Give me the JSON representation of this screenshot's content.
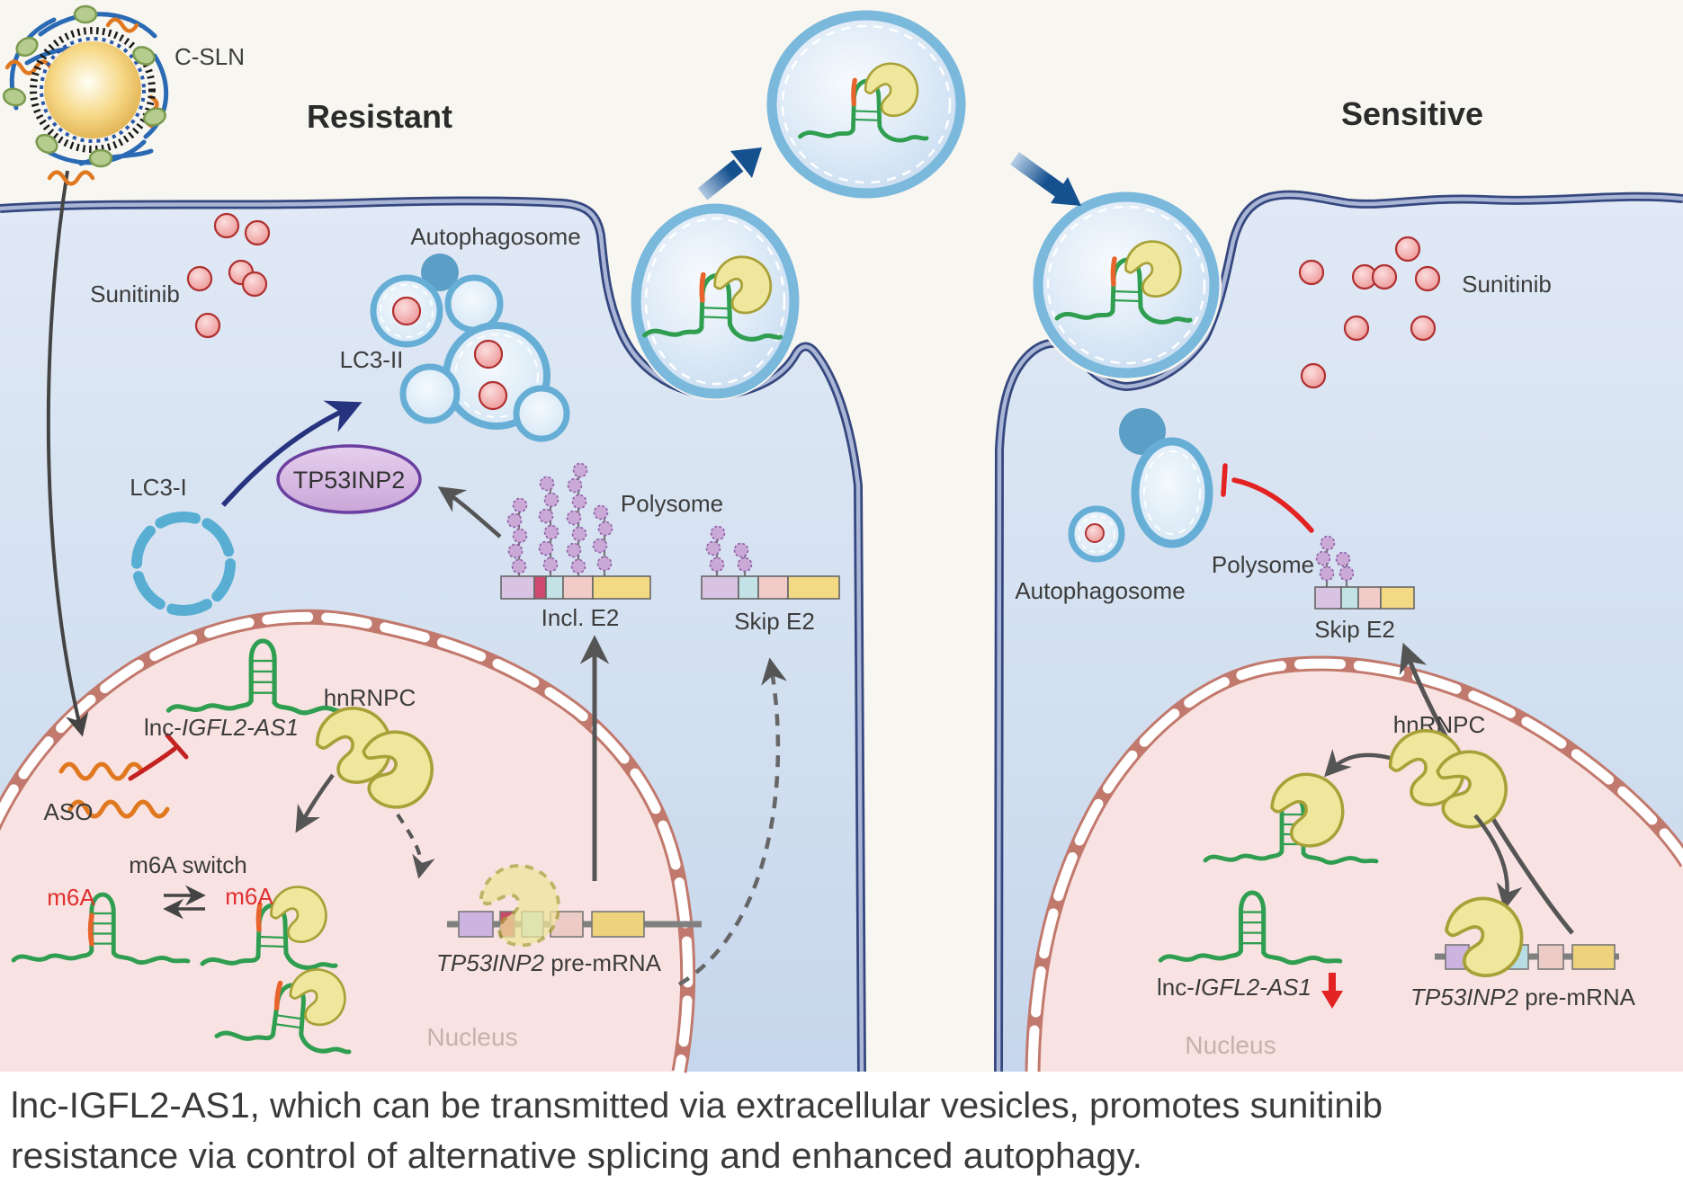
{
  "titles": {
    "left": "Resistant",
    "right": "Sensitive"
  },
  "caption": {
    "line1": "lnc-IGFL2-AS1, which can be transmitted via extracellular vesicles, promotes sunitinib",
    "line2": "resistance via control of alternative splicing and enhanced autophagy."
  },
  "labels": {
    "csln": "C-SLN",
    "sunitinib": "Sunitinib",
    "autophagosome": "Autophagosome",
    "lc3i": "LC3-I",
    "lc3ii": "LC3-II",
    "tp53inp2": "TP53INP2",
    "polysome": "Polysome",
    "incl_e2": "Incl. E2",
    "skip_e2": "Skip E2",
    "hnrnpc": "hnRNPC",
    "aso": "ASO",
    "m6a": "m6A",
    "m6a_switch": "m6A switch",
    "lnc_prefix": "lnc-",
    "lnc_gene": "IGFL2-AS1",
    "tp53inp2_gene": "TP53INP2",
    "pre_mrna_suffix": " pre-mRNA",
    "nucleus": "Nucleus"
  },
  "colors": {
    "background": "#f8f6f0",
    "cytoplasm_top": "#dfe8f4",
    "cytoplasm_bottom": "#c8d8ed",
    "membrane": "#35477f",
    "membrane_core": "#aab6d6",
    "nucleus_fill": "#f9e3e2",
    "nuclear_envelope": "#c2796d",
    "rna_green": "#2f9e50",
    "m6a_orange": "#e8642c",
    "hnrnpc_yellow": "#efe79b",
    "vesicle_ring": "#7ab8dc",
    "autophagosome_ring": "#66aed6",
    "sunitinib_red": "#ee9090",
    "sunitinib_red_border": "#b03030",
    "tp53inp2_fill": "#d5b5e0",
    "tp53inp2_stroke": "#6b3fa0",
    "polysome_bead": "#caa9d6",
    "exon_lavender": "#d9c3e3",
    "exon_crimson": "#cf4a6e",
    "exon_cyan": "#c3e2e6",
    "exon_pink": "#f0cbc8",
    "exon_yellow": "#f3d983",
    "arrow_navy": "#26337f",
    "arrow_gray": "#555555",
    "inhibition_red": "#c42222",
    "nanoparticle_gold": "#e8b84b"
  }
}
